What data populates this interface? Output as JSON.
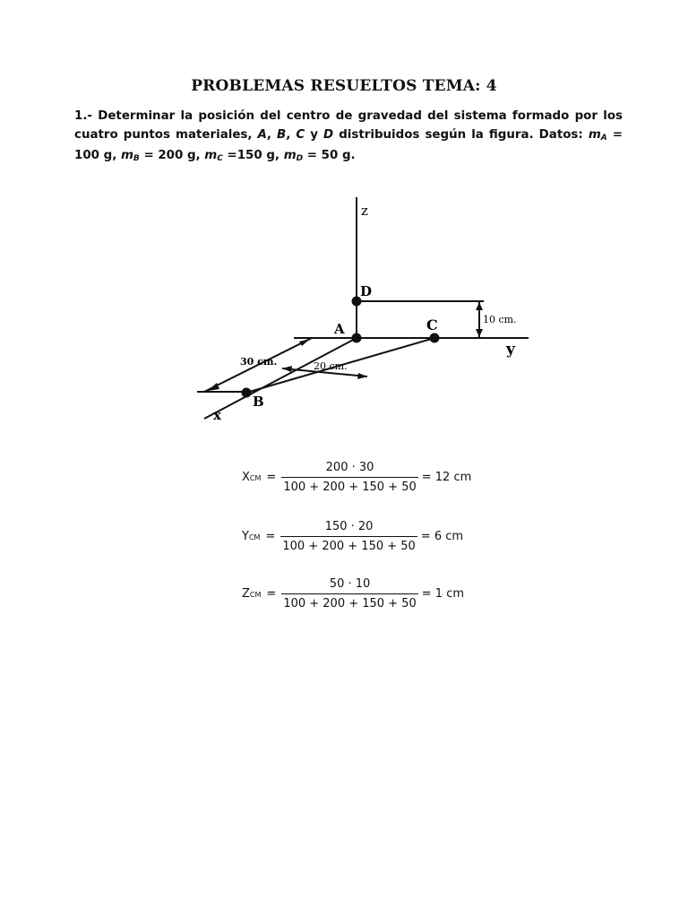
{
  "document": {
    "title": "PROBLEMAS RESUELTOS TEMA: 4",
    "problem": {
      "number": "1.-",
      "text_1": "Determinar la posición del centro de gravedad del sistema formado por los cuatro puntos materiales, ",
      "point_a": "A",
      "comma_1": ", ",
      "point_b": "B",
      "comma_2": ", ",
      "point_c": "C",
      "and": " y ",
      "point_d": "D",
      "text_2": " distribuidos según la figura. Datos: ",
      "ma_sym": "m",
      "ma_sub": "A",
      "ma_val": " = 100 g, ",
      "mb_sym": "m",
      "mb_sub": "B",
      "mb_val": " = 200 g, ",
      "mc_sym": "m",
      "mc_sub": "C",
      "mc_val": " =150 g, ",
      "md_sym": "m",
      "md_sub": "D",
      "md_val": " = 50 g."
    }
  },
  "figure": {
    "labels": {
      "z": "z",
      "y": "y",
      "x": "x",
      "a": "A",
      "b": "B",
      "c": "C",
      "d": "D",
      "dim_30": "30 cm.",
      "dim_20": "20 cm.",
      "dim_10": "10 cm."
    }
  },
  "equations": [
    {
      "var": "X",
      "sub": "CM",
      "numerator": "200 · 30",
      "denominator": "100 + 200 + 150 + 50",
      "result": "= 12 cm"
    },
    {
      "var": "Y",
      "sub": "CM",
      "numerator": "150 · 20",
      "denominator": "100 + 200 + 150 + 50",
      "result": "= 6 cm"
    },
    {
      "var": "Z",
      "sub": "CM",
      "numerator": "50 · 10",
      "denominator": "100 + 200 + 150 + 50",
      "result": "= 1 cm"
    }
  ],
  "equals_sign": "="
}
